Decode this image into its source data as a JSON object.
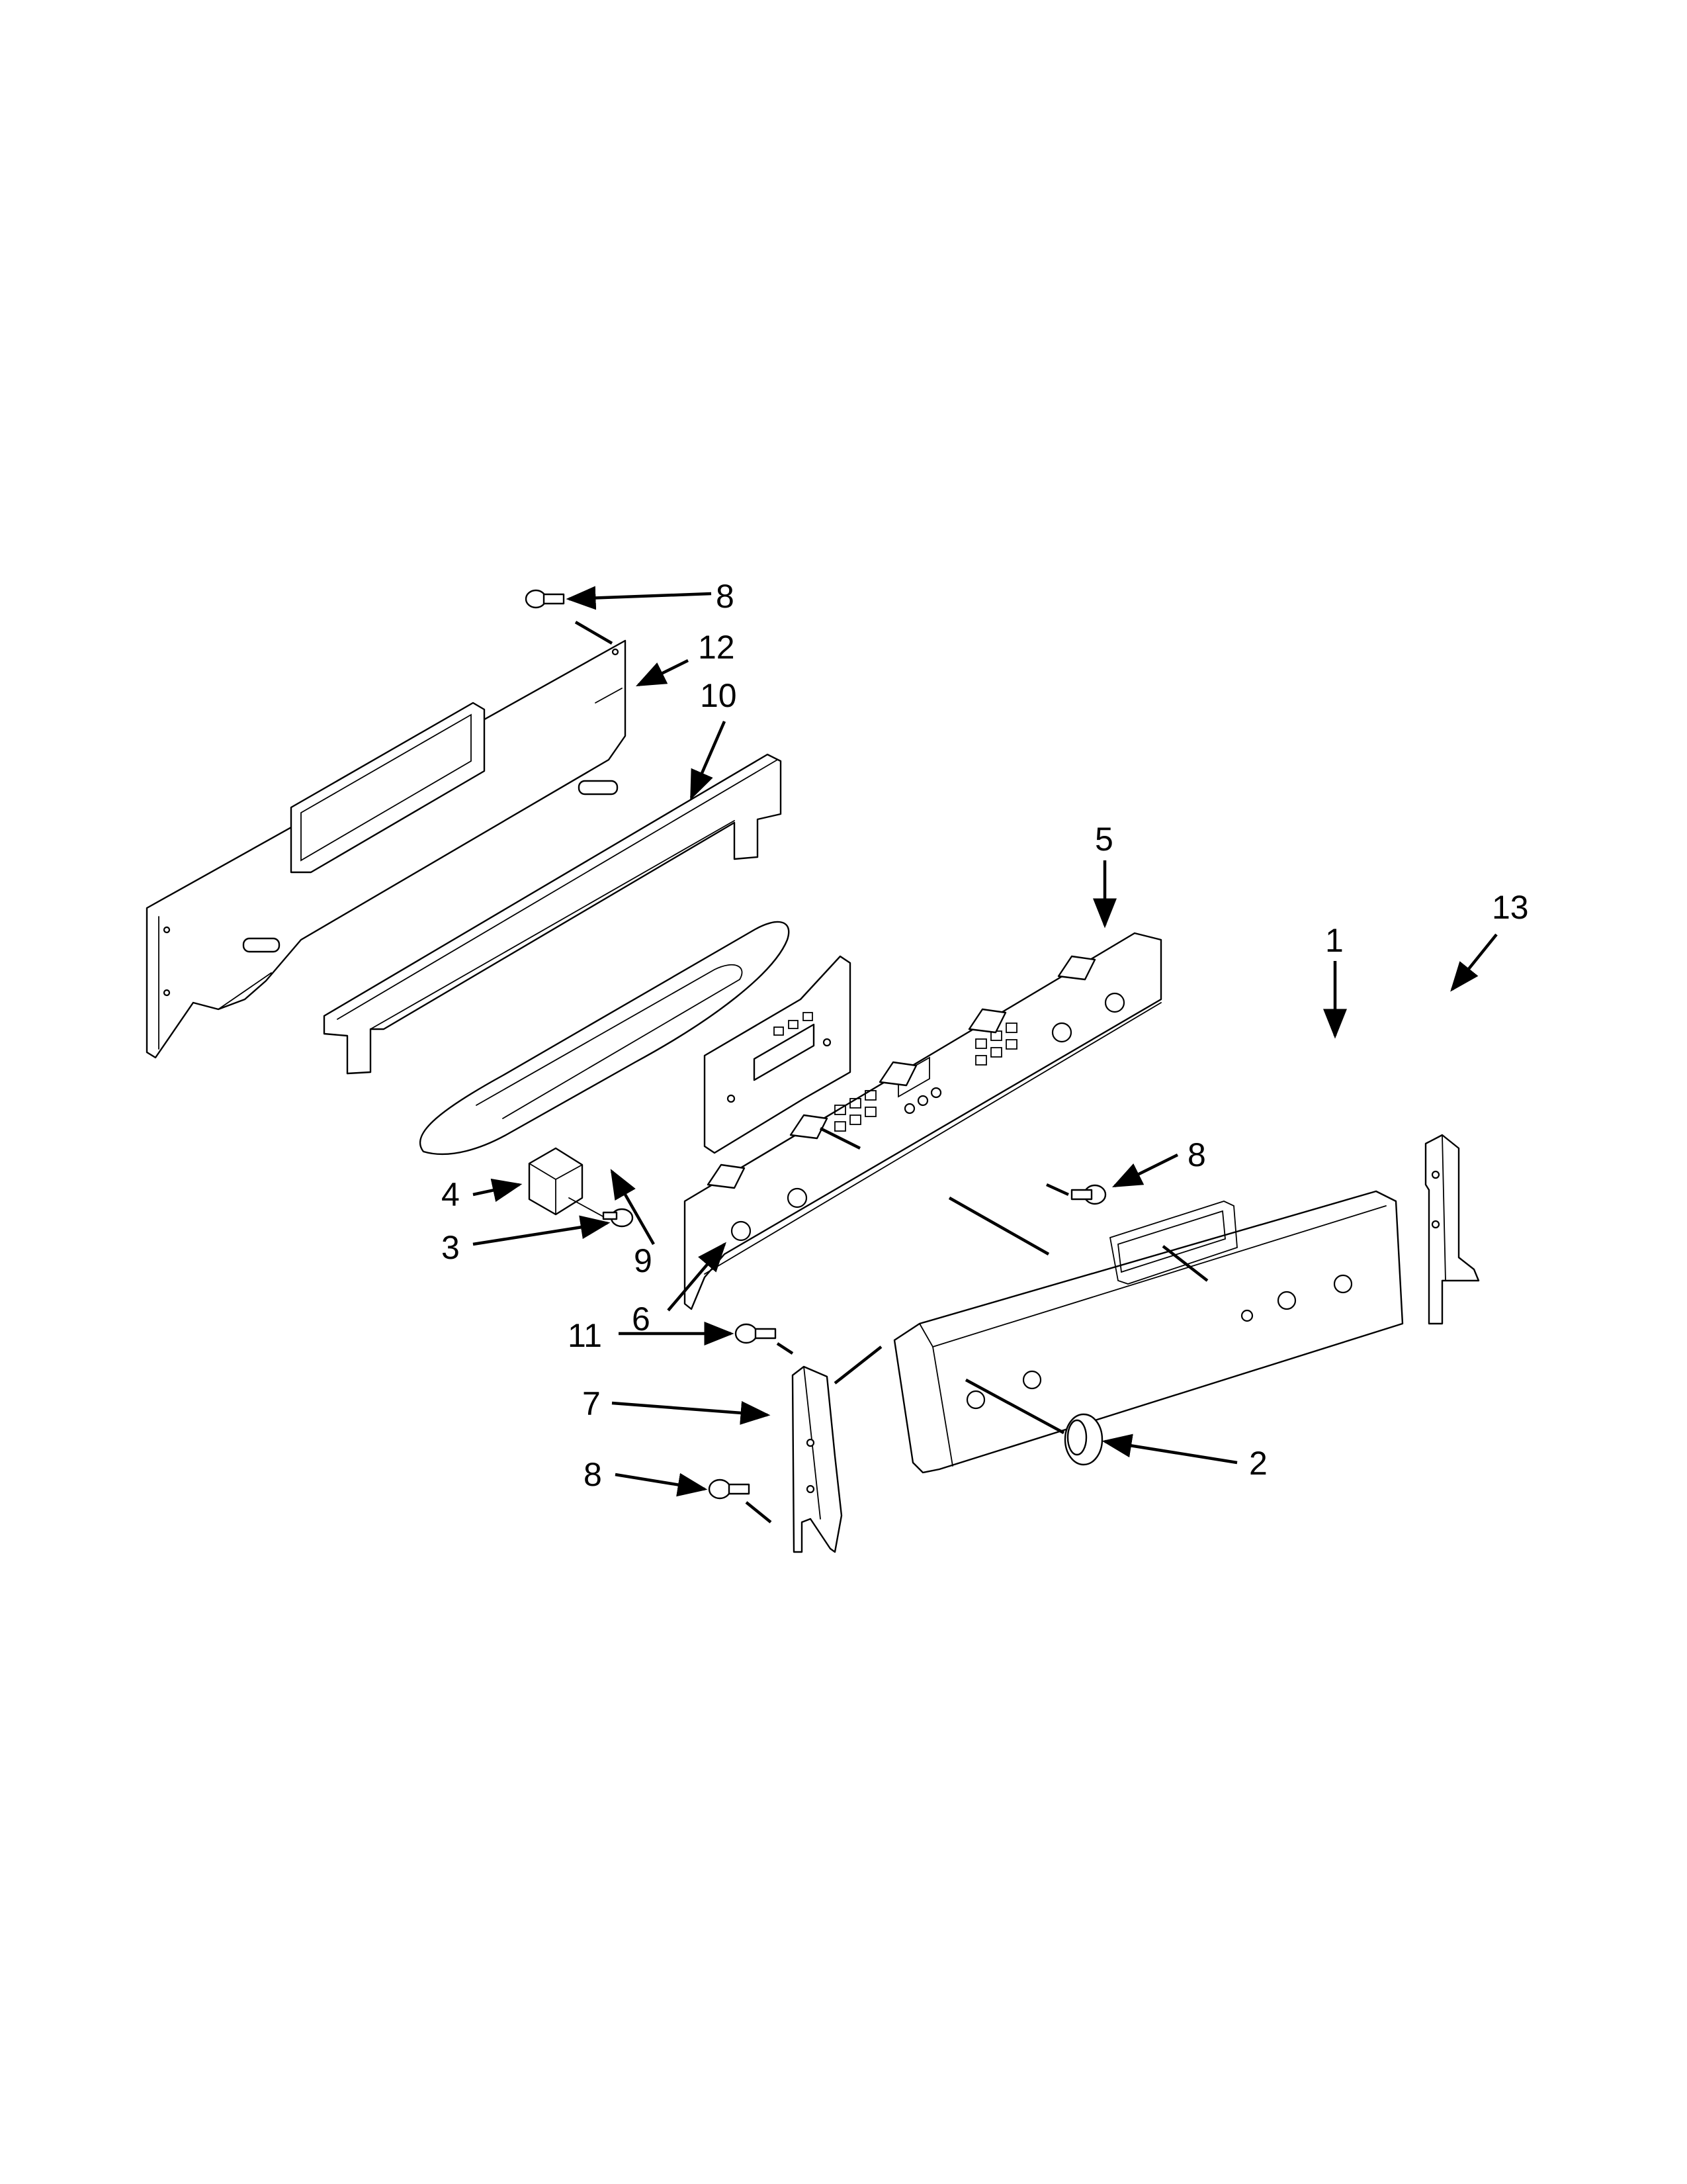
{
  "diagram": {
    "callouts": [
      {
        "id": "c8a",
        "label": "8"
      },
      {
        "id": "c12",
        "label": "12"
      },
      {
        "id": "c10",
        "label": "10"
      },
      {
        "id": "c5",
        "label": "5"
      },
      {
        "id": "c13",
        "label": "13"
      },
      {
        "id": "c1",
        "label": "1"
      },
      {
        "id": "c8b",
        "label": "8"
      },
      {
        "id": "c9",
        "label": "9"
      },
      {
        "id": "c6",
        "label": "6"
      },
      {
        "id": "c4",
        "label": "4"
      },
      {
        "id": "c3",
        "label": "3"
      },
      {
        "id": "c11",
        "label": "11"
      },
      {
        "id": "c7",
        "label": "7"
      },
      {
        "id": "c8c",
        "label": "8"
      },
      {
        "id": "c2",
        "label": "2"
      }
    ]
  }
}
